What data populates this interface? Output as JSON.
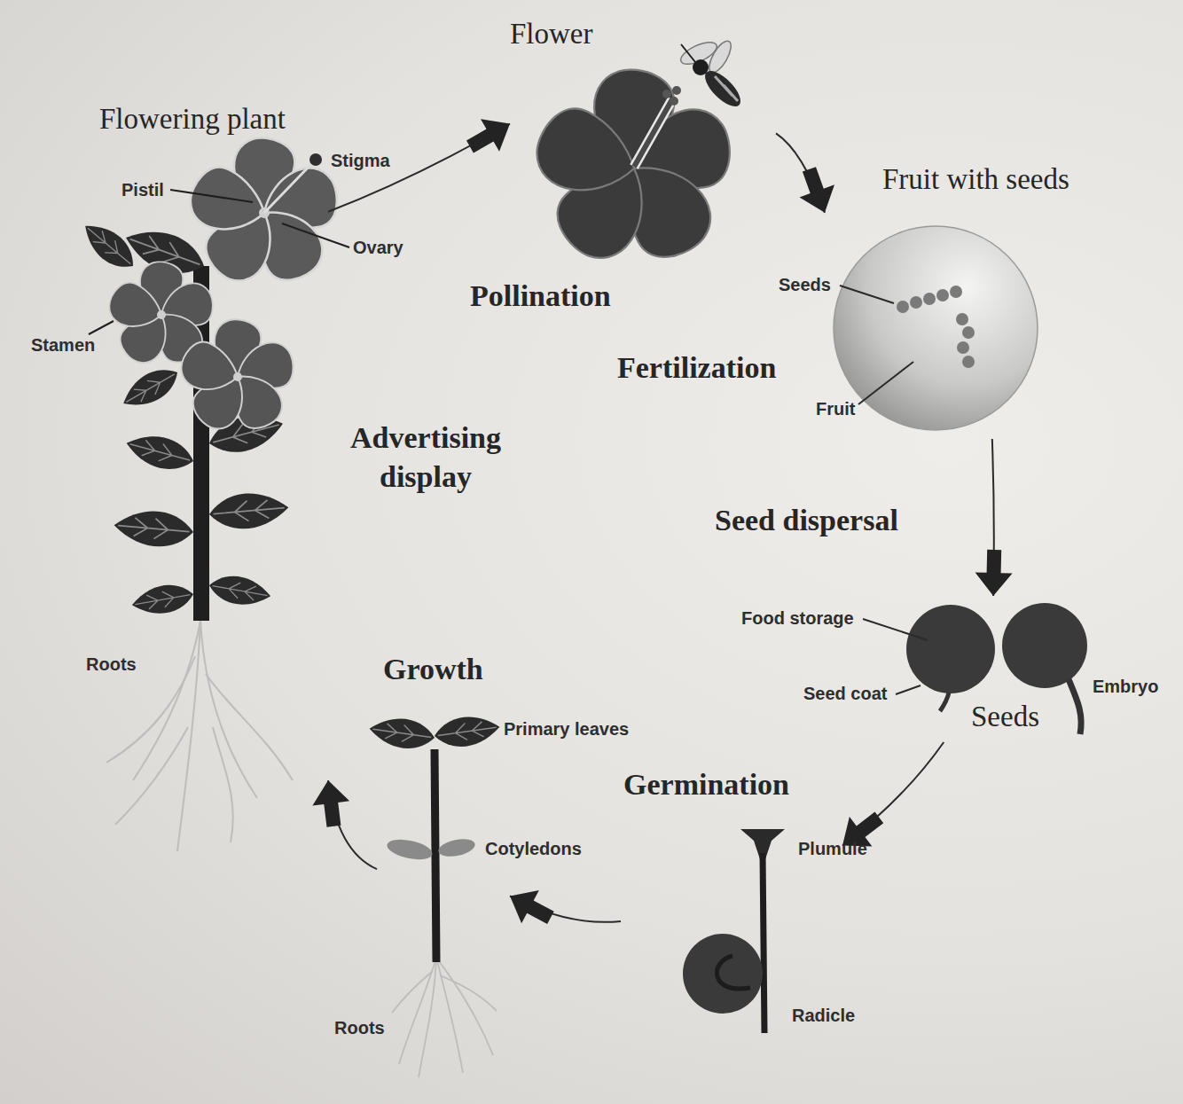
{
  "diagram": {
    "nodes": [
      {
        "text": [
          "Flowering plant"
        ]
      },
      {
        "text": [
          "Flower"
        ]
      },
      {
        "text": [
          "Fruit with seeds"
        ]
      },
      {
        "text": [
          "Seeds"
        ]
      },
      {
        "text": [
          "Germination"
        ]
      },
      {
        "text": [
          "Growth"
        ]
      }
    ],
    "edges": [
      {
        "from": 0,
        "to": 1,
        "arrow": "to"
      },
      {
        "from": 1,
        "to": 2,
        "arrow": "to"
      },
      {
        "from": 2,
        "to": 3,
        "arrow": "to"
      },
      {
        "from": 3,
        "to": 4,
        "arrow": "to"
      },
      {
        "from": 4,
        "to": 5,
        "arrow": "to"
      },
      {
        "from": 5,
        "to": 0,
        "arrow": "to"
      }
    ],
    "labels": [
      "Stigma",
      "Pistil",
      "Ovary",
      "Stamen",
      "Roots",
      "Advertising display",
      "Pollination",
      "Fertilization",
      "Seeds",
      "Fruit",
      "Seed dispersal",
      "Food storage",
      "Seed coat",
      "Embryo",
      "Plumule",
      "Radicle",
      "Primary leaves",
      "Cotyledons",
      "Roots"
    ]
  }
}
